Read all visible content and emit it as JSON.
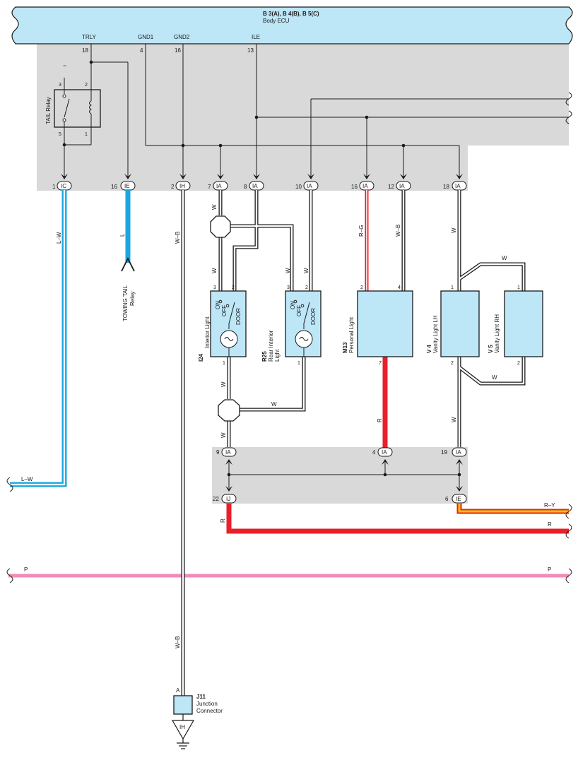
{
  "ecu": {
    "title": "B 3(A), B 4(B), B 5(C)",
    "name": "Body ECU",
    "pins": [
      {
        "label": "TRLY",
        "num": "18"
      },
      {
        "label": "GND1",
        "num": "4"
      },
      {
        "label": "GND2",
        "num": "16"
      },
      {
        "label": "ILE",
        "num": "13"
      }
    ]
  },
  "tail_relay": {
    "label": "TAIL Relay",
    "pins": [
      "3",
      "2",
      "5",
      "1"
    ],
    "symbol": "~"
  },
  "connectors_top": [
    {
      "num": "1",
      "code": "IC"
    },
    {
      "num": "16",
      "code": "IE"
    },
    {
      "num": "2",
      "code": "IH"
    },
    {
      "num": "7",
      "code": "IA"
    },
    {
      "num": "8",
      "code": "IA"
    },
    {
      "num": "10",
      "code": "IA"
    },
    {
      "num": "16",
      "code": "IA"
    },
    {
      "num": "12",
      "code": "IA"
    },
    {
      "num": "18",
      "code": "IA"
    }
  ],
  "connectors_bottom": [
    {
      "num": "9",
      "code": "IA"
    },
    {
      "num": "4",
      "code": "IA"
    },
    {
      "num": "19",
      "code": "IA"
    },
    {
      "num": "22",
      "code": "IJ"
    },
    {
      "num": "6",
      "code": "IE"
    }
  ],
  "wire_colors": {
    "lw": "L–W",
    "l": "L",
    "wb": "W–B",
    "w": "W",
    "rg": "R–G",
    "r": "R",
    "ry": "R–Y",
    "p": "P",
    "hex": {
      "blue": "#1aa7e0",
      "red": "#e8202a",
      "pink": "#f08cb9",
      "yellow": "#f5c400",
      "panel": "#d9d9d9",
      "comp": "#bde6f7"
    }
  },
  "towing": {
    "line1": "TOWING TAIL",
    "line2": "Relay"
  },
  "components": {
    "i24": {
      "id": "I24",
      "name": "Interior Light",
      "pins": [
        "3",
        "2",
        "1"
      ]
    },
    "r25": {
      "id": "R25",
      "name1": "Rear Interior",
      "name2": "Light",
      "pins": [
        "3",
        "2",
        "1"
      ]
    },
    "m13": {
      "id": "M13",
      "name": "Personal Light",
      "pins": [
        "2",
        "4",
        "7"
      ]
    },
    "v4": {
      "id": "V 4",
      "name": "Vanity Light LH",
      "pins": [
        "1",
        "2"
      ]
    },
    "v5": {
      "id": "V 5",
      "name": "Vanity Light RH",
      "pins": [
        "1",
        "2"
      ]
    },
    "switch_labels": [
      "ON",
      "OFF",
      "DOOR"
    ]
  },
  "junction": {
    "id": "J11",
    "line1": "Junction",
    "line2": "Connector",
    "pin": "A",
    "ground_code": "IH"
  }
}
